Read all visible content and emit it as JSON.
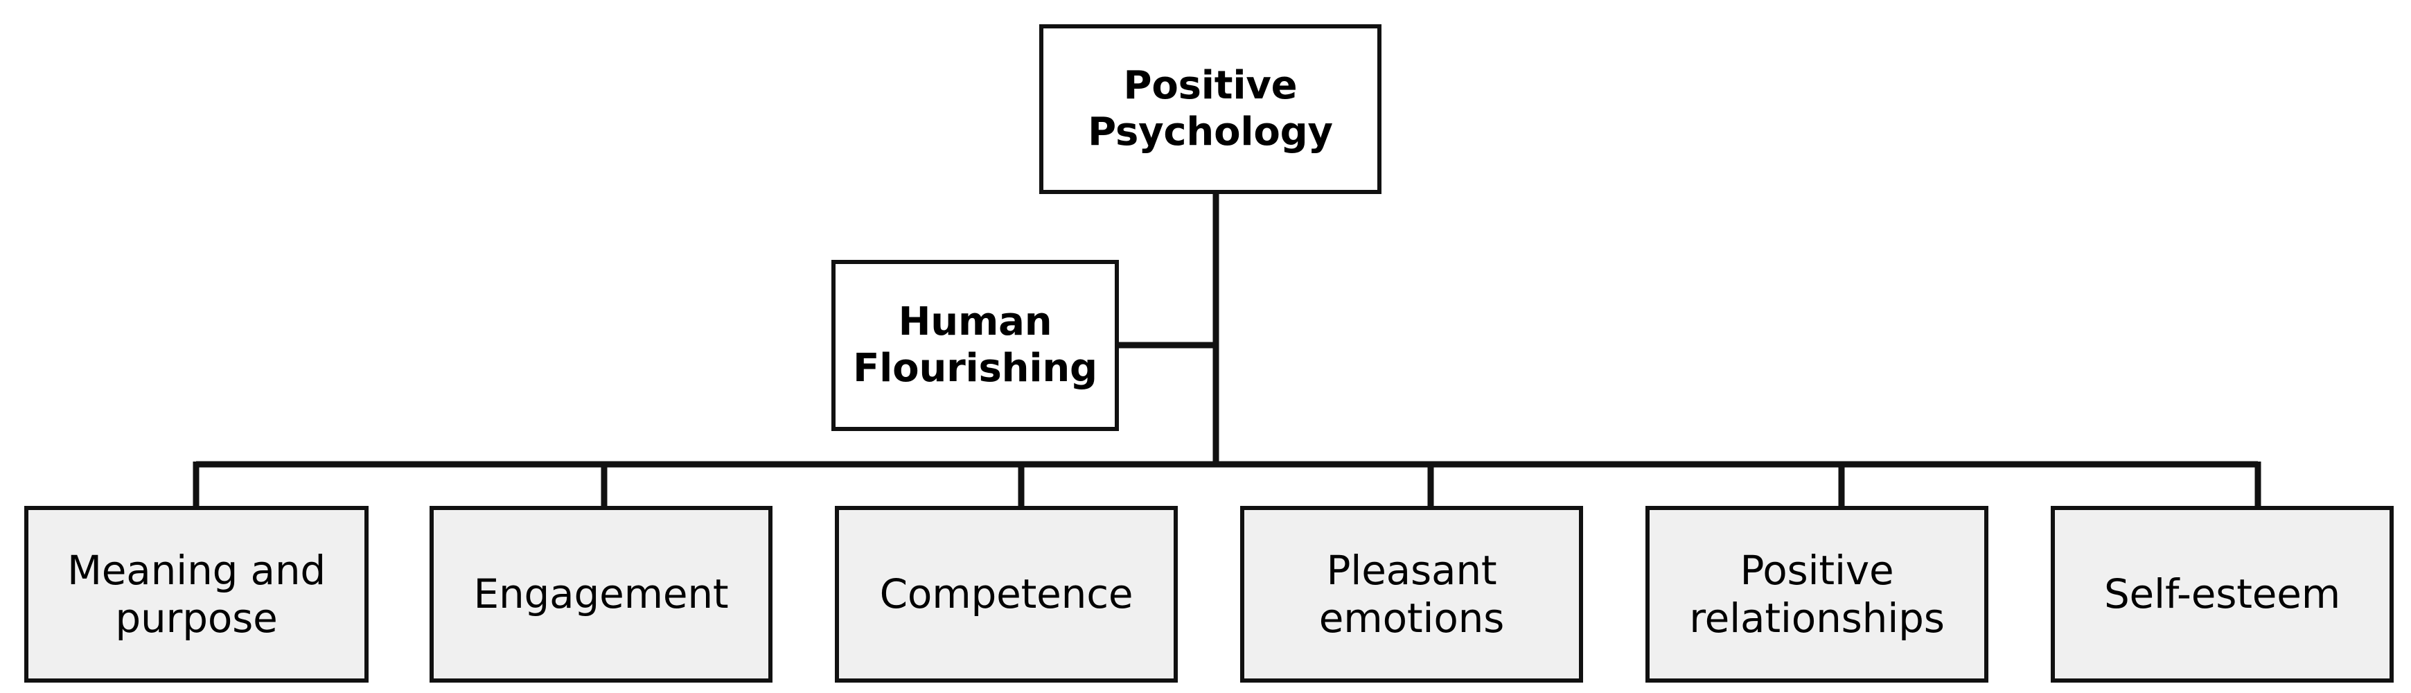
{
  "diagram": {
    "title": "Positive Psychology hierarchy",
    "background_color": "#ffffff",
    "line_color": "#111111",
    "parent_fill": "#ffffff",
    "leaf_fill": "#f0f0f0",
    "text_color": "#000000"
  },
  "nodes": {
    "root": {
      "label": "Positive\nPsychology",
      "level": "root",
      "bold": true,
      "fill": "#ffffff"
    },
    "mid": {
      "label": "Human\nFlourishing",
      "level": "mid",
      "bold": true,
      "fill": "#ffffff"
    },
    "leaves": [
      {
        "label": "Meaning and\npurpose",
        "fill": "#f0f0f0"
      },
      {
        "label": "Engagement",
        "fill": "#f0f0f0"
      },
      {
        "label": "Competence",
        "fill": "#f0f0f0"
      },
      {
        "label": "Pleasant\nemotions",
        "fill": "#f0f0f0"
      },
      {
        "label": "Positive\nrelationships",
        "fill": "#f0f0f0"
      },
      {
        "label": "Self-esteem",
        "fill": "#f0f0f0"
      }
    ]
  }
}
